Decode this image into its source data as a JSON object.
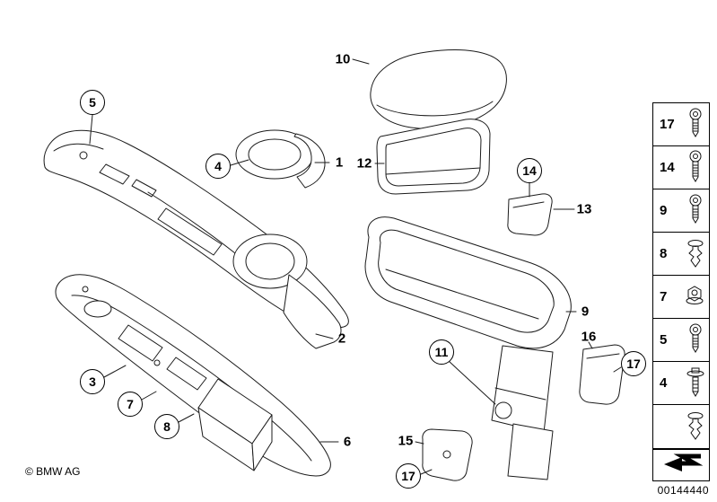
{
  "callouts": {
    "c1": "1",
    "c2": "2",
    "c3": "3",
    "c4": "4",
    "c5": "5",
    "c6": "6",
    "c7": "7",
    "c8": "8",
    "c9": "9",
    "c10": "10",
    "c11": "11",
    "c12": "12",
    "c13": "13",
    "c14": "14",
    "c15": "15",
    "c16": "16",
    "c17": "17"
  },
  "legend": {
    "items": [
      {
        "label": "17",
        "icon": "torx-screw"
      },
      {
        "label": "14",
        "icon": "torx-screw"
      },
      {
        "label": "9",
        "icon": "torx-screw"
      },
      {
        "label": "8",
        "icon": "expanding-rivet"
      },
      {
        "label": "7",
        "icon": "flange-nut"
      },
      {
        "label": "5",
        "icon": "torx-screw"
      },
      {
        "label": "4",
        "icon": "screw-with-washer"
      },
      {
        "label": "",
        "icon": "expanding-rivet"
      }
    ]
  },
  "footer": {
    "copyright": "© BMW AG",
    "image_id": "00144440"
  }
}
